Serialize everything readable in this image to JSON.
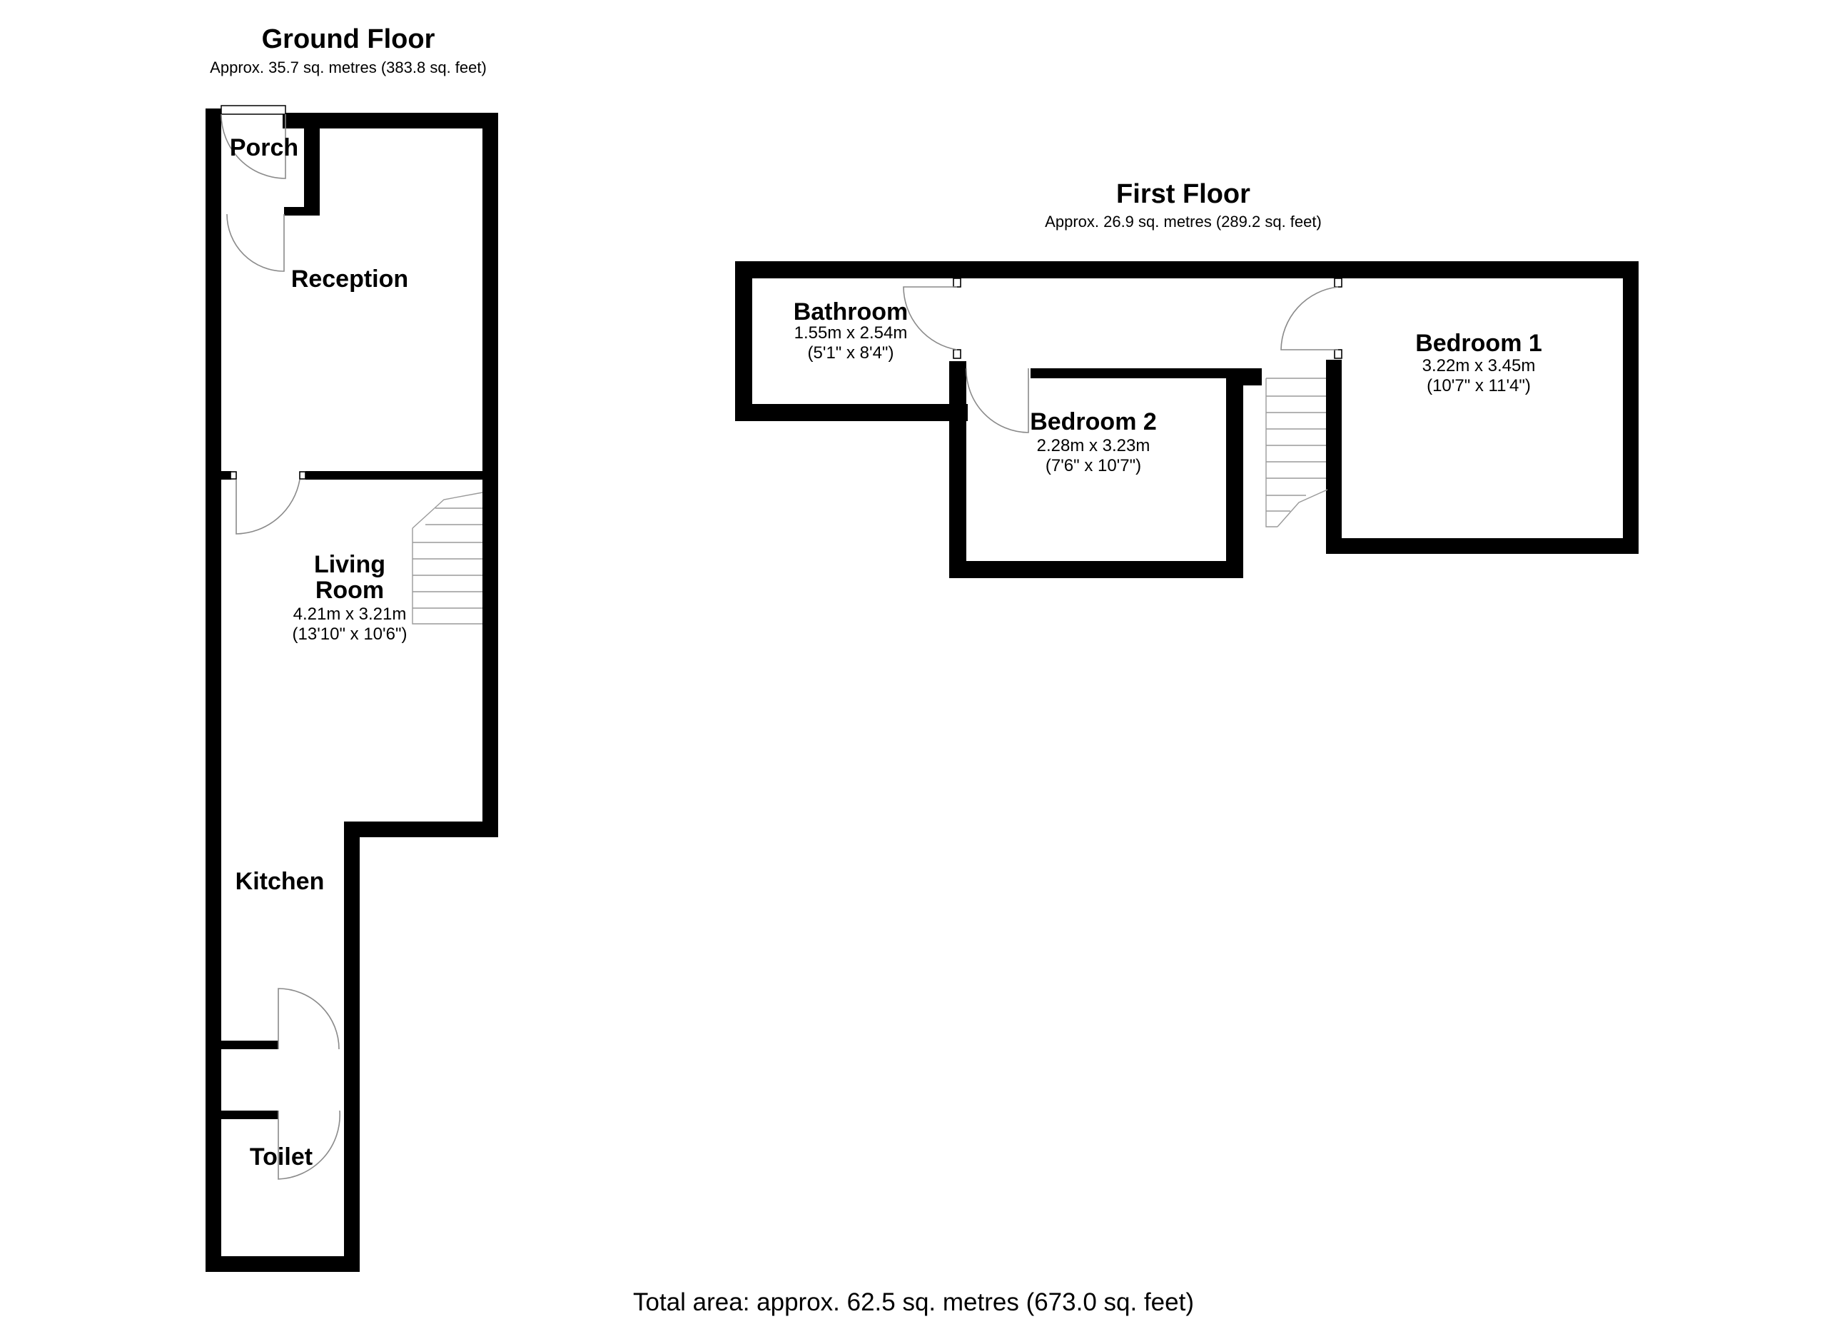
{
  "ground_floor": {
    "title": "Ground Floor",
    "area": "Approx. 35.7 sq. metres (383.8 sq. feet)",
    "rooms": {
      "porch": {
        "name": "Porch"
      },
      "reception": {
        "name": "Reception"
      },
      "living_room": {
        "name_line1": "Living",
        "name_line2": "Room",
        "dims_m": "4.21m x 3.21m",
        "dims_ft": "(13'10\" x 10'6\")"
      },
      "kitchen": {
        "name": "Kitchen"
      },
      "toilet": {
        "name": "Toilet"
      }
    }
  },
  "first_floor": {
    "title": "First Floor",
    "area": "Approx. 26.9 sq. metres (289.2 sq. feet)",
    "rooms": {
      "bathroom": {
        "name": "Bathroom",
        "dims_m": "1.55m x 2.54m",
        "dims_ft": "(5'1\" x 8'4\")"
      },
      "bedroom_2": {
        "name": "Bedroom 2",
        "dims_m": "2.28m x 3.23m",
        "dims_ft": "(7'6\" x 10'7\")"
      },
      "bedroom_1": {
        "name": "Bedroom 1",
        "dims_m": "3.22m x 3.45m",
        "dims_ft": "(10'7\" x 11'4\")"
      }
    }
  },
  "total_area": "Total area: approx. 62.5 sq. metres (673.0 sq. feet)"
}
